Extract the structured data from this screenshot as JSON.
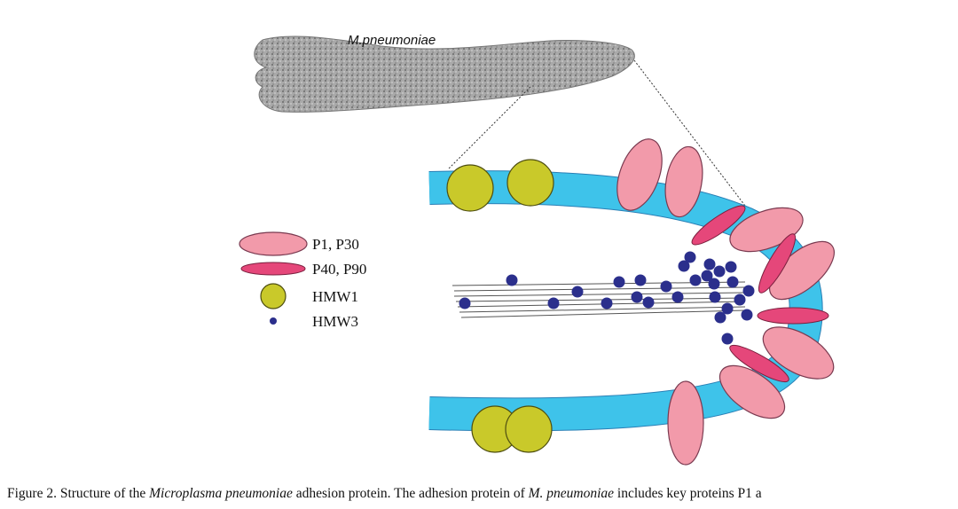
{
  "diagram": {
    "organism_label": "M.pneumoniae",
    "legend": [
      {
        "label": "P1, P30",
        "shape": "large-ellipse",
        "color": "#f29aaa"
      },
      {
        "label": "P40, P90",
        "shape": "thin-ellipse",
        "color": "#e5477a"
      },
      {
        "label": "HMW1",
        "shape": "circle",
        "color": "#c9c92a"
      },
      {
        "label": "HMW3",
        "shape": "dot",
        "color": "#2b2f8c"
      }
    ],
    "colors": {
      "membrane": "#3ec3ea",
      "p1": "#f29aaa",
      "p40": "#e5477a",
      "hmw1": "#c9c92a",
      "hmw3": "#2b2f8c",
      "filament": "#555555",
      "outline": "#7a3a50"
    }
  },
  "caption": {
    "prefix": "Figure 2. Structure of the ",
    "italic1": "Microplasma pneumoniae",
    "middle": " adhesion protein. The adhesion protein of ",
    "italic2": "M. pneumoniae",
    "suffix": " includes key proteins P1 a"
  }
}
